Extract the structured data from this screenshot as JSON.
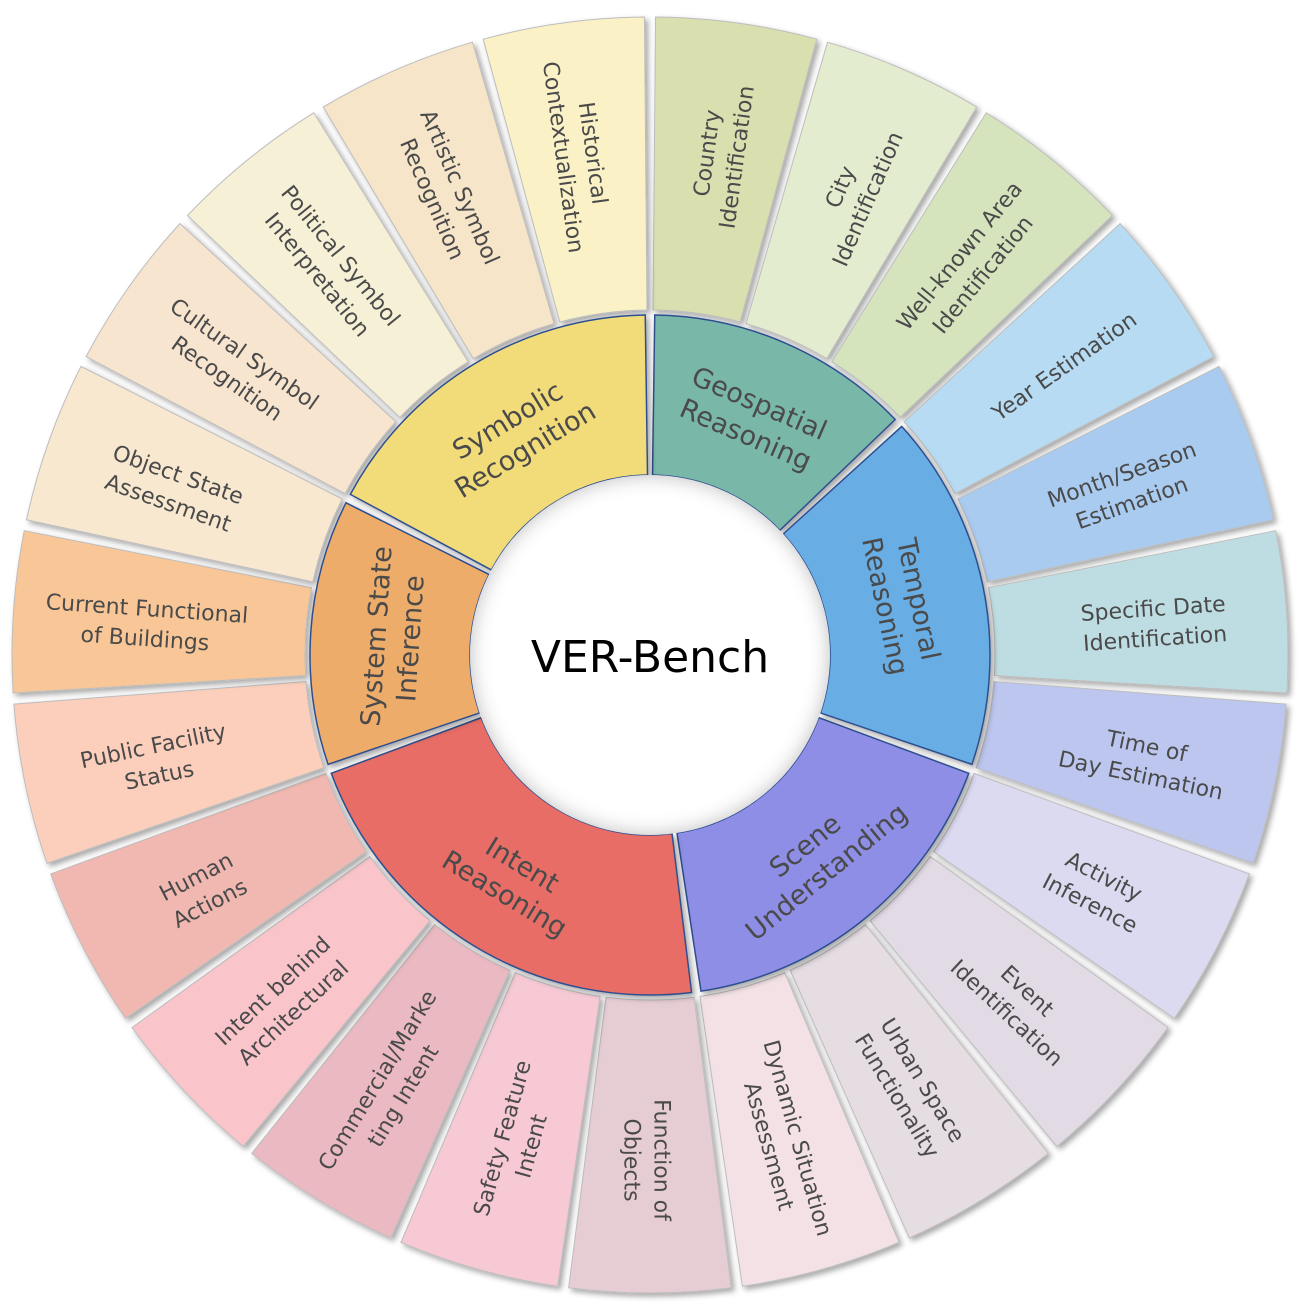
{
  "title": "VER-Bench",
  "categories": [
    {
      "name": "Geospatial Reasoning",
      "lines": [
        "Geospatial",
        "Reasoning"
      ],
      "color": "#79b8a9",
      "subs": [
        {
          "lines": [
            "Country",
            "Identification"
          ],
          "color": "#d9dfae"
        },
        {
          "lines": [
            "City",
            "Identification"
          ],
          "color": "#e3ecce"
        },
        {
          "lines": [
            "Well-known Area",
            "Identification"
          ],
          "color": "#d5e4bd"
        }
      ]
    },
    {
      "name": "Temporal Reasoning",
      "lines": [
        "Temporal",
        "Reasoning"
      ],
      "color": "#67ade4",
      "subs": [
        {
          "lines": [
            "Year Estimation"
          ],
          "color": "#b6dbf2"
        },
        {
          "lines": [
            "Month/Season",
            "Estimation"
          ],
          "color": "#a9cbf0"
        },
        {
          "lines": [
            "Specific Date",
            "Identification"
          ],
          "color": "#bedde2"
        },
        {
          "lines": [
            "Time of",
            "Day Estimation"
          ],
          "color": "#bcc6ee"
        }
      ]
    },
    {
      "name": "Scene Understanding",
      "lines": [
        "Scene",
        "Understanding"
      ],
      "color": "#8e8ee6",
      "subs": [
        {
          "lines": [
            "Activity",
            "Inference"
          ],
          "color": "#dbdaf0"
        },
        {
          "lines": [
            "Event",
            "Identification"
          ],
          "color": "#e2dbe6"
        },
        {
          "lines": [
            "Urban Space",
            "Functionality"
          ],
          "color": "#e6dde3"
        },
        {
          "lines": [
            "Dynamic Situation",
            "Assessment"
          ],
          "color": "#f3e1e5"
        }
      ]
    },
    {
      "name": "Intent Reasoning",
      "lines": [
        "Intent",
        "Reasoning"
      ],
      "color": "#e76d66",
      "subs": [
        {
          "lines": [
            "Function of",
            "Objects"
          ],
          "color": "#e6cdd3"
        },
        {
          "lines": [
            "Safety Feature",
            "Intent"
          ],
          "color": "#f6c9d4"
        },
        {
          "lines": [
            "Commercial/Marke",
            "ting Intent"
          ],
          "color": "#ebb9c1"
        },
        {
          "lines": [
            "Intent behind",
            "Architectural"
          ],
          "color": "#f9c5cb"
        },
        {
          "lines": [
            "Human",
            "Actions"
          ],
          "color": "#f0b8b0"
        }
      ]
    },
    {
      "name": "System State Inference",
      "lines": [
        "System State",
        "Inference"
      ],
      "color": "#eeac6b",
      "subs": [
        {
          "lines": [
            "Public Facility",
            "Status"
          ],
          "color": "#fbcfbb"
        },
        {
          "lines": [
            "Current Functional",
            "of Buildings"
          ],
          "color": "#f9c797"
        },
        {
          "lines": [
            "Object State",
            "Assessment"
          ],
          "color": "#f8e8d0"
        }
      ]
    },
    {
      "name": "Symbolic Recognition",
      "lines": [
        "Symbolic",
        "Recognition"
      ],
      "color": "#f2dc79",
      "subs": [
        {
          "lines": [
            "Cultural Symbol",
            "Recognition"
          ],
          "color": "#f7e5d0"
        },
        {
          "lines": [
            "Political Symbol",
            "Interpretation"
          ],
          "color": "#f6f0d6"
        },
        {
          "lines": [
            "Artistic Symbol",
            "Recognition"
          ],
          "color": "#f6e5c8"
        },
        {
          "lines": [
            "Historical",
            "Contextualization"
          ],
          "color": "#fbf1c6"
        }
      ]
    }
  ]
}
